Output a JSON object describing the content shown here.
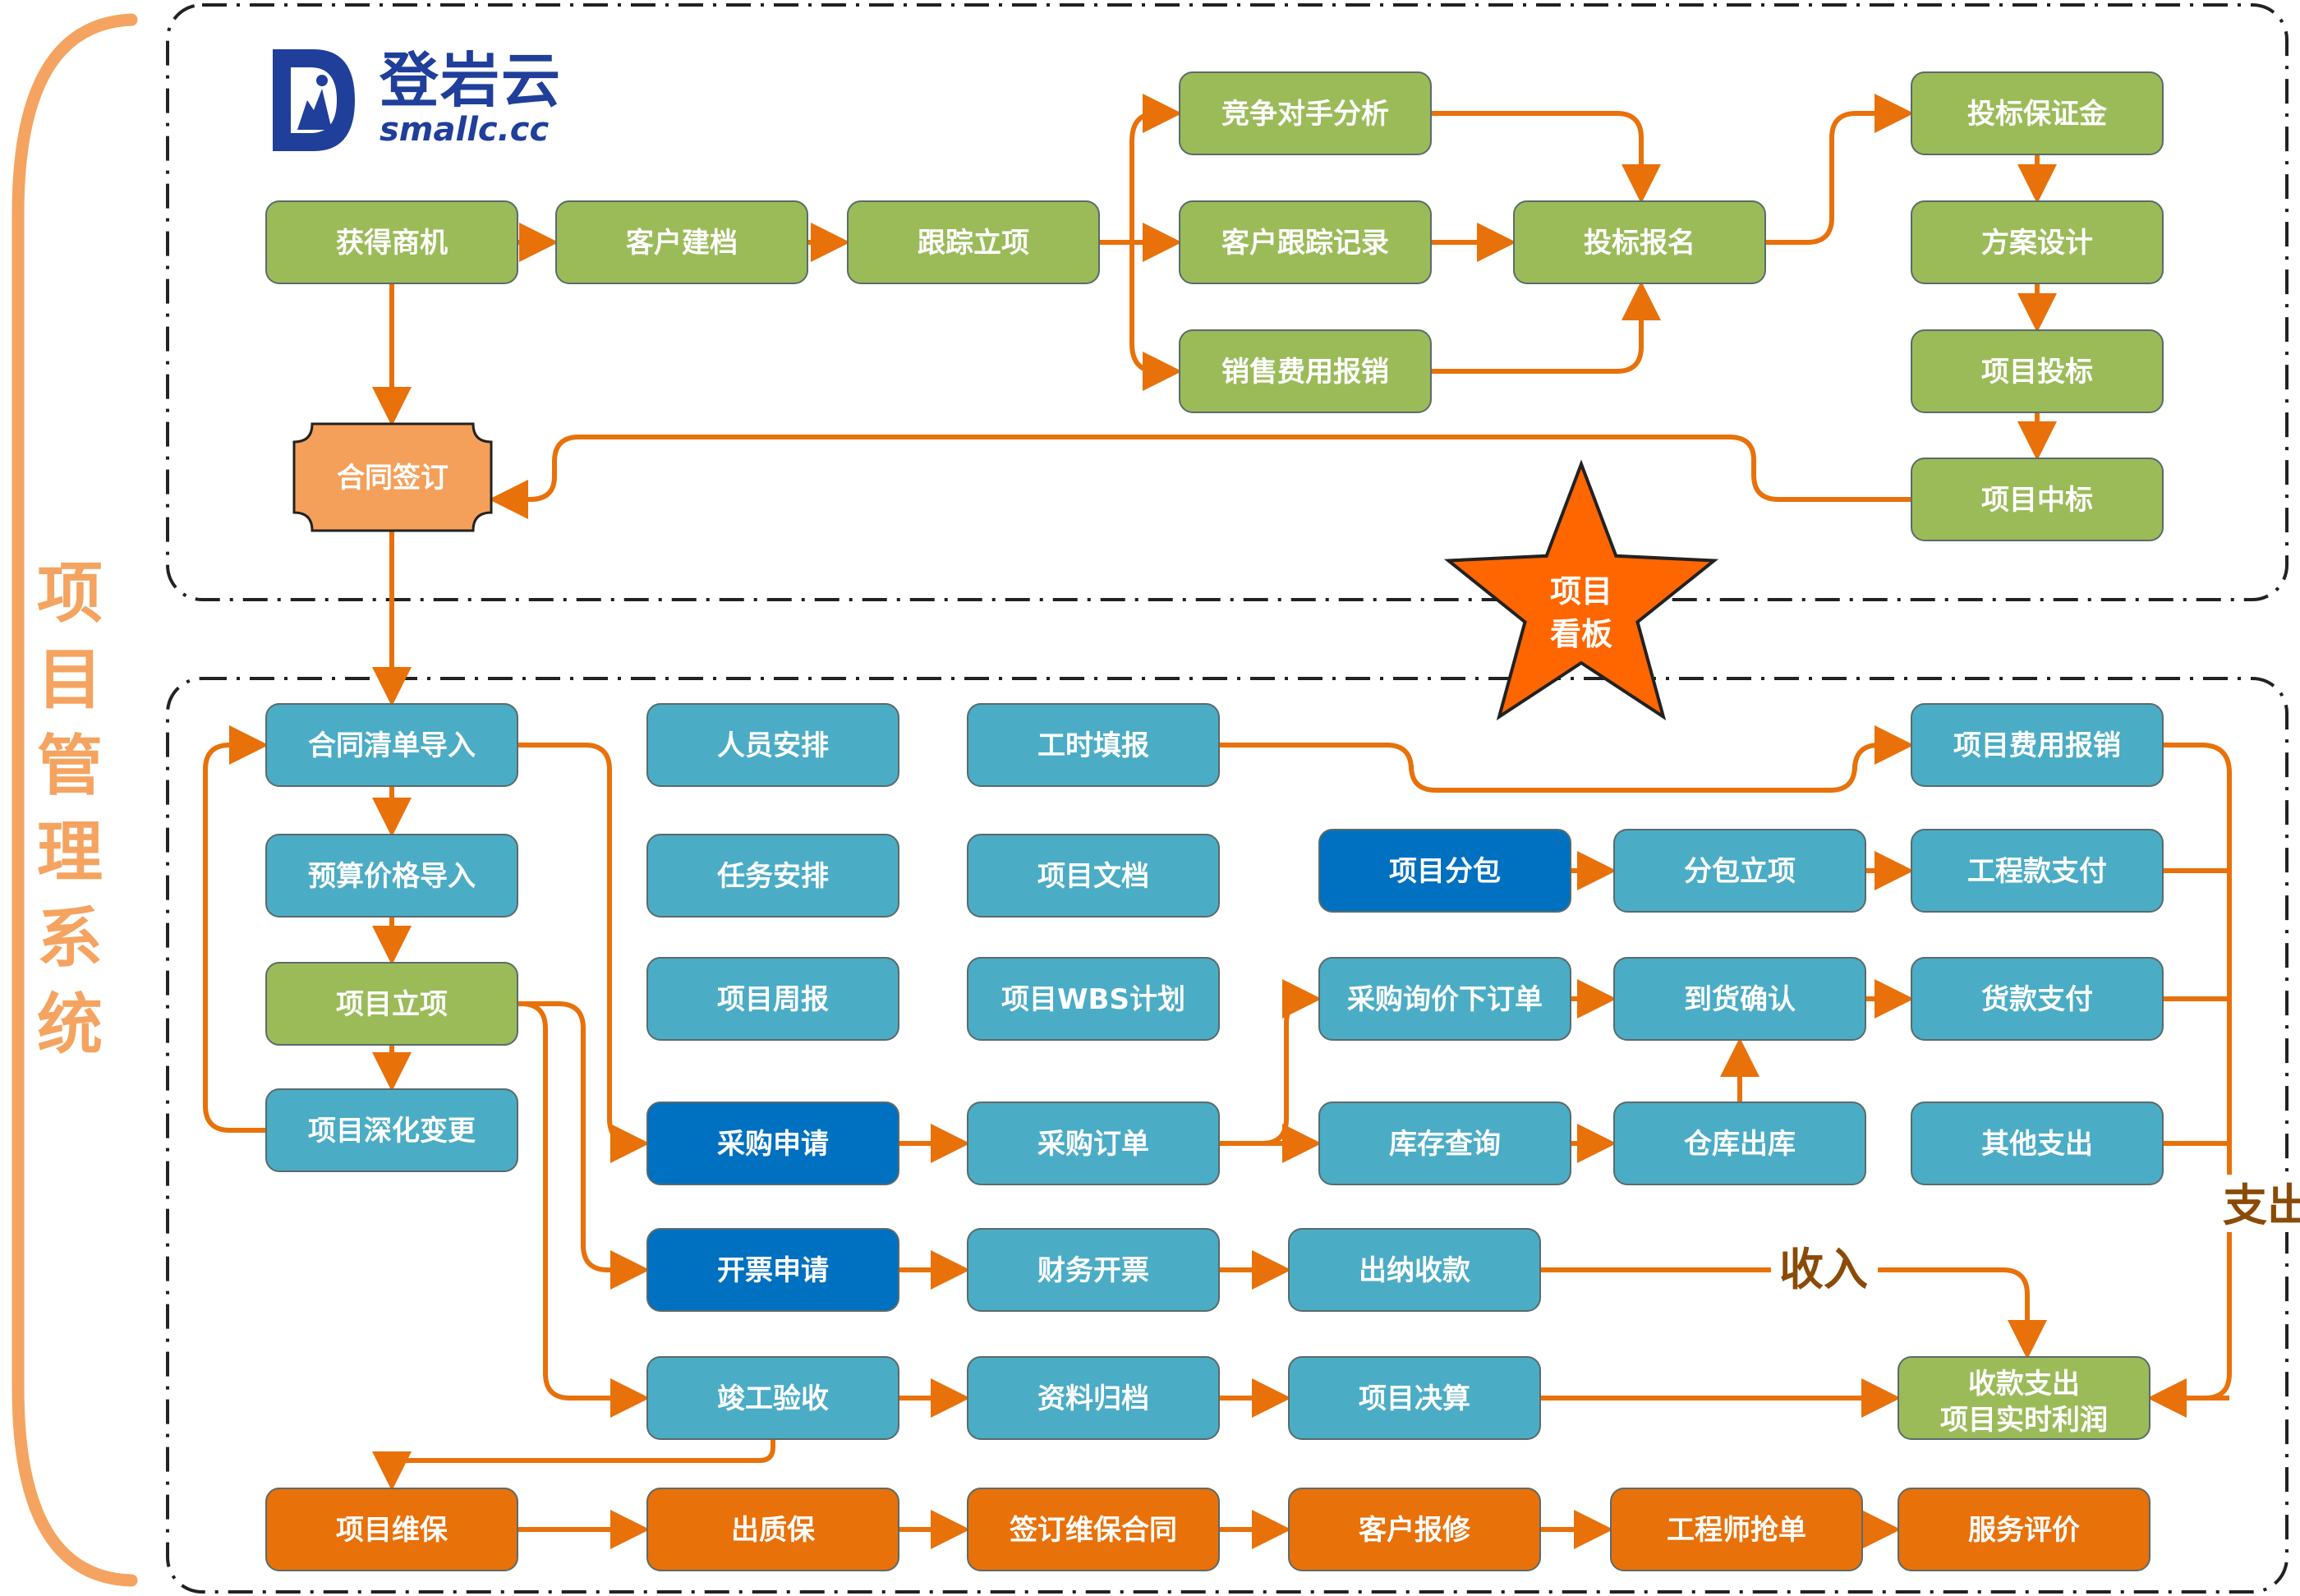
{
  "logo": {
    "cn": "登岩云",
    "en": "smallc.cc"
  },
  "side_title": [
    "项",
    "目",
    "管",
    "理",
    "系",
    "统"
  ],
  "colors": {
    "green": "#9bbb59",
    "teal": "#4bacc6",
    "blue": "#0070c0",
    "orange": "#e8710a",
    "light_orange": "#f4a05a",
    "arrow": "#e8710a",
    "star": "#ff6600",
    "label_brown": "#8a4b08"
  },
  "nodes": [
    {
      "id": "huode-shangji",
      "label": "获得商机",
      "color": "green"
    },
    {
      "id": "kehu-jiandang",
      "label": "客户建档",
      "color": "green"
    },
    {
      "id": "genzong-lixiang",
      "label": "跟踪立项",
      "color": "green"
    },
    {
      "id": "jingzheng-fenxi",
      "label": "竞争对手分析",
      "color": "green"
    },
    {
      "id": "kehu-genzong",
      "label": "客户跟踪记录",
      "color": "green"
    },
    {
      "id": "xiaoshou-feiyong",
      "label": "销售费用报销",
      "color": "green"
    },
    {
      "id": "toubiao-baoming",
      "label": "投标报名",
      "color": "green"
    },
    {
      "id": "toubiao-baozhengjin",
      "label": "投标保证金",
      "color": "green"
    },
    {
      "id": "fangan-sheji",
      "label": "方案设计",
      "color": "green"
    },
    {
      "id": "xiangmu-toubiao",
      "label": "项目投标",
      "color": "green"
    },
    {
      "id": "xiangmu-zhongbiao",
      "label": "项目中标",
      "color": "green"
    },
    {
      "id": "hetong-qianding",
      "label": "合同签订",
      "color": "light_orange"
    },
    {
      "id": "hetong-qingdan",
      "label": "合同清单导入",
      "color": "teal"
    },
    {
      "id": "yusuan-jiage",
      "label": "预算价格导入",
      "color": "teal"
    },
    {
      "id": "xiangmu-lixiang",
      "label": "项目立项",
      "color": "green"
    },
    {
      "id": "shenhua-biangeng",
      "label": "项目深化变更",
      "color": "teal"
    },
    {
      "id": "renyuan-anpai",
      "label": "人员安排",
      "color": "teal"
    },
    {
      "id": "renwu-anpai",
      "label": "任务安排",
      "color": "teal"
    },
    {
      "id": "xiangmu-zhoubao",
      "label": "项目周报",
      "color": "teal"
    },
    {
      "id": "gongshi-tianbao",
      "label": "工时填报",
      "color": "teal"
    },
    {
      "id": "xiangmu-wendang",
      "label": "项目文档",
      "color": "teal"
    },
    {
      "id": "wbs-jihua",
      "label": "项目WBS计划",
      "color": "teal"
    },
    {
      "id": "feiyong-baoxiao",
      "label": "项目费用报销",
      "color": "teal"
    },
    {
      "id": "xiangmu-fenbao",
      "label": "项目分包",
      "color": "blue"
    },
    {
      "id": "fenbao-lixiang",
      "label": "分包立项",
      "color": "teal"
    },
    {
      "id": "gongchengkuan",
      "label": "工程款支付",
      "color": "teal"
    },
    {
      "id": "caigou-xunjia",
      "label": "采购询价下订单",
      "color": "teal"
    },
    {
      "id": "daohuo-queren",
      "label": "到货确认",
      "color": "teal"
    },
    {
      "id": "huokuan-zhifu",
      "label": "货款支付",
      "color": "teal"
    },
    {
      "id": "caigou-shenqing",
      "label": "采购申请",
      "color": "blue"
    },
    {
      "id": "caigou-dingdan",
      "label": "采购订单",
      "color": "teal"
    },
    {
      "id": "kucun-chaxun",
      "label": "库存查询",
      "color": "teal"
    },
    {
      "id": "cangku-chuku",
      "label": "仓库出库",
      "color": "teal"
    },
    {
      "id": "qita-zhichu",
      "label": "其他支出",
      "color": "teal"
    },
    {
      "id": "kaipiao-shenqing",
      "label": "开票申请",
      "color": "blue"
    },
    {
      "id": "caiwu-kaipiao",
      "label": "财务开票",
      "color": "teal"
    },
    {
      "id": "chuna-shoukuan",
      "label": "出纳收款",
      "color": "teal"
    },
    {
      "id": "jungong-yanshou",
      "label": "竣工验收",
      "color": "teal"
    },
    {
      "id": "ziliao-guidang",
      "label": "资料归档",
      "color": "teal"
    },
    {
      "id": "xiangmu-juesuan",
      "label": "项目决算",
      "color": "teal"
    },
    {
      "id": "shoukuan-zhichu",
      "label": "收款支出",
      "label2": "项目实时利润",
      "color": "green"
    },
    {
      "id": "xiangmu-weibao",
      "label": "项目维保",
      "color": "orange"
    },
    {
      "id": "chu-zhibao",
      "label": "出质保",
      "color": "orange"
    },
    {
      "id": "weibao-hetong",
      "label": "签订维保合同",
      "color": "orange"
    },
    {
      "id": "kehu-baoxiu",
      "label": "客户报修",
      "color": "orange"
    },
    {
      "id": "gongchengshi-qiangdan",
      "label": "工程师抢单",
      "color": "orange"
    },
    {
      "id": "fuwu-pingjia",
      "label": "服务评价",
      "color": "orange"
    }
  ],
  "star": {
    "line1": "项目",
    "line2": "看板"
  },
  "labels": {
    "income": "收入",
    "expense": "支出"
  }
}
